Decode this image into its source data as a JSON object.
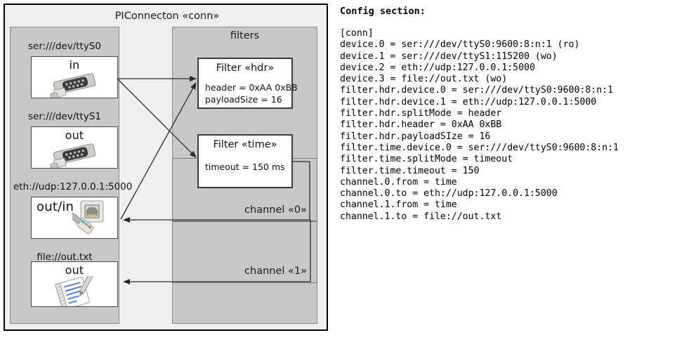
{
  "diagram": {
    "title": "PIConnecton «conn»",
    "devices_panel": {
      "name": "devices",
      "items": [
        {
          "caption": "ser:///dev/ttyS0",
          "word": "in",
          "icon": "serial-port-icon"
        },
        {
          "caption": "ser:///dev/ttyS1",
          "word": "out",
          "icon": "serial-port-icon"
        },
        {
          "caption": "eth://udp:127.0.0.1:5000",
          "word": "out/in",
          "icon": "ethernet-jack-icon"
        },
        {
          "caption": "file://out.txt",
          "word": "out",
          "icon": "text-file-icon"
        }
      ]
    },
    "filters_panel": {
      "title": "filters",
      "filters": [
        {
          "title": "Filter «hdr»",
          "attrs": [
            "header = 0xAA 0xBB",
            "payloadSize = 16"
          ]
        },
        {
          "title": "Filter «time»",
          "attrs": [
            "timeout = 150 ms"
          ]
        }
      ],
      "channels": [
        {
          "label": "channel «0»"
        },
        {
          "label": "channel «1»"
        }
      ]
    }
  },
  "config": {
    "heading": "Config section:",
    "lines": [
      "[conn]",
      "device.0 = ser:///dev/ttyS0:9600:8:n:1 (ro)",
      "device.1 = ser:///dev/ttyS1:115200 (wo)",
      "device.2 = eth://udp:127.0.0.1:5000",
      "device.3 = file://out.txt (wo)",
      "filter.hdr.device.0 = ser:///dev/ttyS0:9600:8:n:1",
      "filter.hdr.device.1 = eth://udp:127.0.0.1:5000",
      "filter.hdr.splitMode = header",
      "filter.hdr.header = 0xAA 0xBB",
      "filter.hdr.payloadSIze = 16",
      "filter.time.device.0 = ser:///dev/ttyS0:9600:8:n:1",
      "filter.time.splitMode = timeout",
      "filter.time.timeout = 150",
      "channel.0.from = time",
      "channel.0.to = eth://udp:127.0.0.1:5000",
      "channel.1.from = time",
      "channel.1.to = file://out.txt"
    ]
  },
  "colors": {
    "panel_bg": "#c8c8c8",
    "frame_bg": "#efefef",
    "card_bg": "#ffffff",
    "line": "#333333"
  }
}
